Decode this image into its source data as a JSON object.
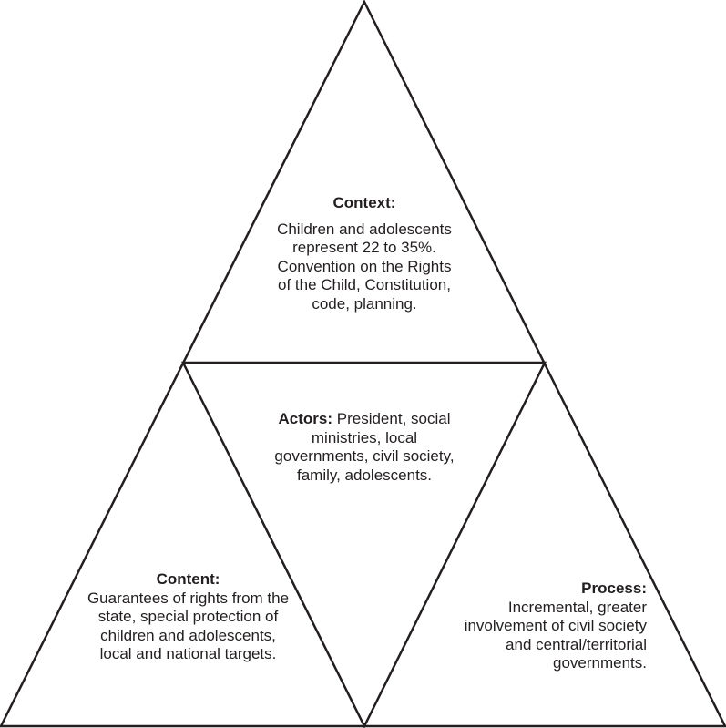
{
  "colors": {
    "line": "#231f20",
    "text": "#231f20",
    "background": "#ffffff"
  },
  "context": {
    "heading": "Context:",
    "text": "Children and adolescents represent 22 to 35%. Convention on the Rights of the Child, Constitution, code, planning."
  },
  "actors": {
    "heading": "Actors:",
    "text": "President, social ministries, local governments, civil society, family, adolescents."
  },
  "content": {
    "heading": "Content:",
    "text": "Guarantees of rights from the state, special protection of children and adolescents, local and national targets."
  },
  "process": {
    "heading": "Process:",
    "text": "Incremental, greater involvement of civil society and central/territorial governments."
  }
}
